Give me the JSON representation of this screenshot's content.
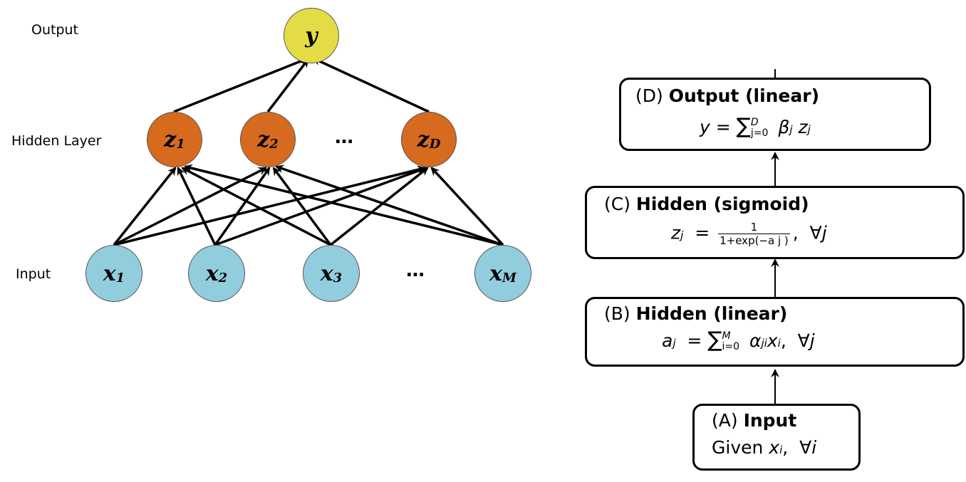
{
  "network": {
    "labels": {
      "output": "Output",
      "hidden": "Hidden Layer",
      "input": "Input"
    },
    "output_node": {
      "main": "y"
    },
    "hidden_nodes": [
      {
        "main": "z",
        "sub": "1"
      },
      {
        "main": "z",
        "sub": "2"
      },
      {
        "main": "z",
        "sub": "D"
      }
    ],
    "input_nodes": [
      {
        "main": "x",
        "sub": "1"
      },
      {
        "main": "x",
        "sub": "2"
      },
      {
        "main": "x",
        "sub": "3"
      },
      {
        "main": "x",
        "sub": "M"
      }
    ],
    "ellipsis": "…",
    "colors": {
      "output": "#e3dc46",
      "hidden": "#d66a1f",
      "input": "#92cddd"
    }
  },
  "flow": {
    "d": {
      "prefix": "(D)",
      "bold": "Output (linear)",
      "eq": {
        "lhs": "y",
        "equals": "=",
        "sum": "∑",
        "upper": "D",
        "lower": "j=0",
        "term": "β",
        "term_sub": "j",
        "var": "z",
        "var_sub": "j"
      }
    },
    "c": {
      "prefix": "(C)",
      "bold": "Hidden (sigmoid)",
      "eq": {
        "lhs": "z",
        "lhs_sub": "j",
        "equals": "=",
        "num": "1",
        "den": "1+exp(−a j )",
        "comma": ",",
        "forall": "∀j"
      }
    },
    "b": {
      "prefix": "(B)",
      "bold": "Hidden (linear)",
      "eq": {
        "lhs": "a",
        "lhs_sub": "j",
        "equals": "=",
        "sum": "∑",
        "upper": "M",
        "lower": "i=0",
        "term": "α",
        "term_sub": "ji",
        "var": "x",
        "var_sub": "i",
        "comma": ",",
        "forall": "∀j"
      }
    },
    "a": {
      "prefix": "(A)",
      "bold": "Input",
      "eq": {
        "given": "Given",
        "var": "x",
        "var_sub": "i",
        "comma": ",",
        "forall": "∀i"
      }
    }
  }
}
